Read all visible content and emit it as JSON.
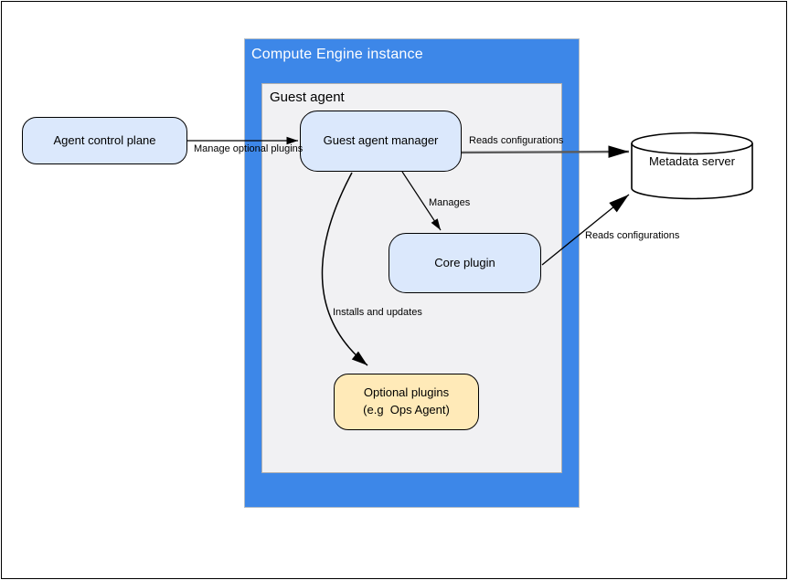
{
  "containers": {
    "compute_engine": {
      "label": "Compute Engine instance"
    },
    "guest_agent": {
      "label": "Guest agent"
    }
  },
  "nodes": {
    "agent_control_plane": {
      "label": "Agent control plane"
    },
    "guest_agent_manager": {
      "label": "Guest agent manager"
    },
    "core_plugin": {
      "label": "Core plugin"
    },
    "optional_plugins": {
      "label": "Optional plugins",
      "sublabel": "(e.g  Ops Agent)"
    },
    "metadata_server": {
      "label": "Metadata server"
    }
  },
  "edges": {
    "manage_optional_plugins": {
      "label": "Manage optional plugins",
      "from": "agent_control_plane",
      "to": "guest_agent_manager"
    },
    "manager_reads_configurations": {
      "label": "Reads configurations",
      "from": "guest_agent_manager",
      "to": "metadata_server"
    },
    "manages": {
      "label": "Manages",
      "from": "guest_agent_manager",
      "to": "core_plugin"
    },
    "core_reads_configurations": {
      "label": "Reads configurations",
      "from": "core_plugin",
      "to": "metadata_server"
    },
    "installs_and_updates": {
      "label": "Installs and updates",
      "from": "guest_agent_manager",
      "to": "optional_plugins"
    }
  },
  "colors": {
    "container_blue": "#3d87e8",
    "panel_gray": "#f1f1f3",
    "node_fill_blue": "#dbe8fc",
    "node_fill_yellow": "#ffeab8",
    "node_border": "#000000",
    "edge_black": "#000000",
    "edge_gray": "#5b5b5b",
    "title_text_white": "#ffffff"
  }
}
